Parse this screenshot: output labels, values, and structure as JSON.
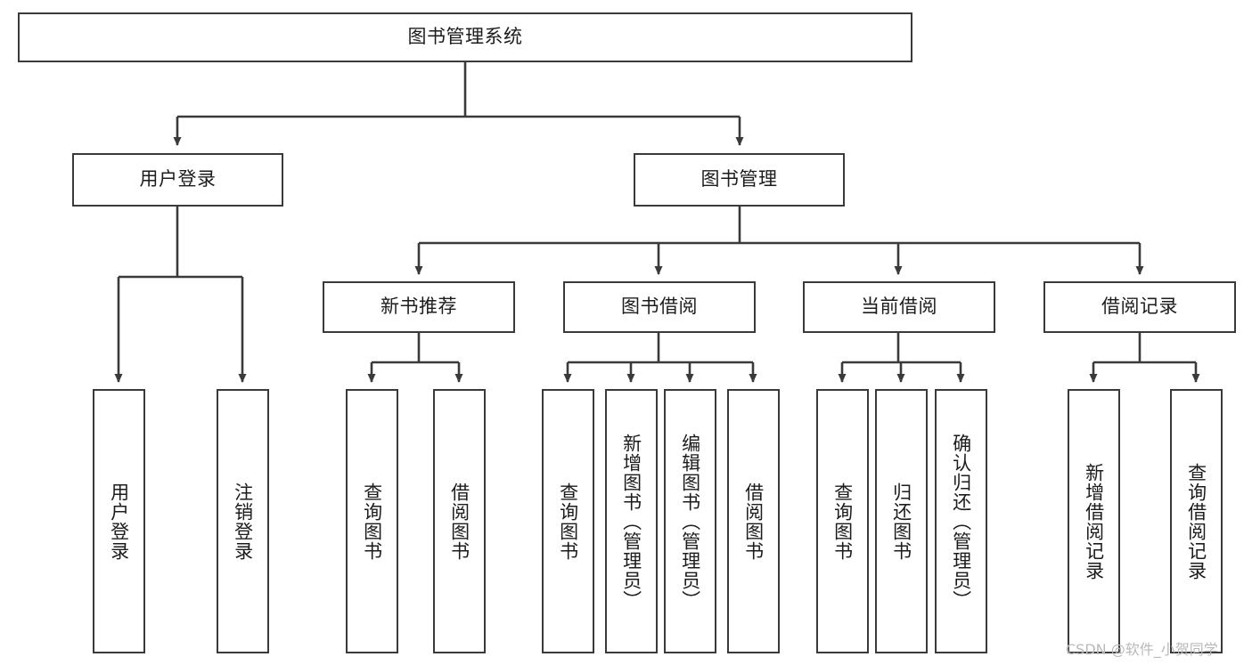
{
  "diagram": {
    "type": "tree-hierarchy-flowchart",
    "title": "图书管理系统",
    "watermark": "CSDN @软件_小贺同学",
    "colors": {
      "box_border": "#3a3a3a",
      "box_fill": "#ffffff",
      "connector": "#3a3a3a",
      "text": "#1c1c1c",
      "watermark": "#b9b9b9",
      "background": "#ffffff"
    },
    "nodes": {
      "root": {
        "label": "图书管理系统",
        "level": 1,
        "orientation": "horizontal"
      },
      "user_login": {
        "label": "用户登录",
        "level": 2,
        "orientation": "horizontal"
      },
      "book_manage": {
        "label": "图书管理",
        "level": 2,
        "orientation": "horizontal"
      },
      "new_book_rec": {
        "label": "新书推荐",
        "level": 3,
        "orientation": "horizontal"
      },
      "book_borrow": {
        "label": "图书借阅",
        "level": 3,
        "orientation": "horizontal"
      },
      "current_borrow": {
        "label": "当前借阅",
        "level": 3,
        "orientation": "horizontal"
      },
      "borrow_record": {
        "label": "借阅记录",
        "level": 3,
        "orientation": "horizontal"
      },
      "leaf_user_login": {
        "label": "用户登录",
        "level": 4,
        "orientation": "vertical"
      },
      "leaf_logout": {
        "label": "注销登录",
        "level": 4,
        "orientation": "vertical"
      },
      "leaf_query_book_1": {
        "label": "查询图书",
        "level": 4,
        "orientation": "vertical"
      },
      "leaf_borrow_book_1": {
        "label": "借阅图书",
        "level": 4,
        "orientation": "vertical"
      },
      "leaf_query_book_2": {
        "label": "查询图书",
        "level": 4,
        "orientation": "vertical"
      },
      "leaf_add_book": {
        "label": "新增图书（管理员）",
        "level": 4,
        "orientation": "vertical"
      },
      "leaf_edit_book": {
        "label": "编辑图书（管理员）",
        "level": 4,
        "orientation": "vertical"
      },
      "leaf_borrow_book_2": {
        "label": "借阅图书",
        "level": 4,
        "orientation": "vertical"
      },
      "leaf_query_book_3": {
        "label": "查询图书",
        "level": 4,
        "orientation": "vertical"
      },
      "leaf_return_book": {
        "label": "归还图书",
        "level": 4,
        "orientation": "vertical"
      },
      "leaf_confirm_return": {
        "label": "确认归还（管理员）",
        "level": 4,
        "orientation": "vertical"
      },
      "leaf_add_record": {
        "label": "新增借阅记录",
        "level": 4,
        "orientation": "vertical"
      },
      "leaf_query_record": {
        "label": "查询借阅记录",
        "level": 4,
        "orientation": "vertical"
      }
    },
    "edges": [
      {
        "from": "root",
        "to": "user_login"
      },
      {
        "from": "root",
        "to": "book_manage"
      },
      {
        "from": "book_manage",
        "to": "new_book_rec"
      },
      {
        "from": "book_manage",
        "to": "book_borrow"
      },
      {
        "from": "book_manage",
        "to": "current_borrow"
      },
      {
        "from": "book_manage",
        "to": "borrow_record"
      },
      {
        "from": "user_login",
        "to": "leaf_user_login"
      },
      {
        "from": "user_login",
        "to": "leaf_logout"
      },
      {
        "from": "new_book_rec",
        "to": "leaf_query_book_1"
      },
      {
        "from": "new_book_rec",
        "to": "leaf_borrow_book_1"
      },
      {
        "from": "book_borrow",
        "to": "leaf_query_book_2"
      },
      {
        "from": "book_borrow",
        "to": "leaf_add_book"
      },
      {
        "from": "book_borrow",
        "to": "leaf_edit_book"
      },
      {
        "from": "book_borrow",
        "to": "leaf_borrow_book_2"
      },
      {
        "from": "current_borrow",
        "to": "leaf_query_book_3"
      },
      {
        "from": "current_borrow",
        "to": "leaf_return_book"
      },
      {
        "from": "current_borrow",
        "to": "leaf_confirm_return"
      },
      {
        "from": "borrow_record",
        "to": "leaf_add_record"
      },
      {
        "from": "borrow_record",
        "to": "leaf_query_record"
      }
    ]
  }
}
